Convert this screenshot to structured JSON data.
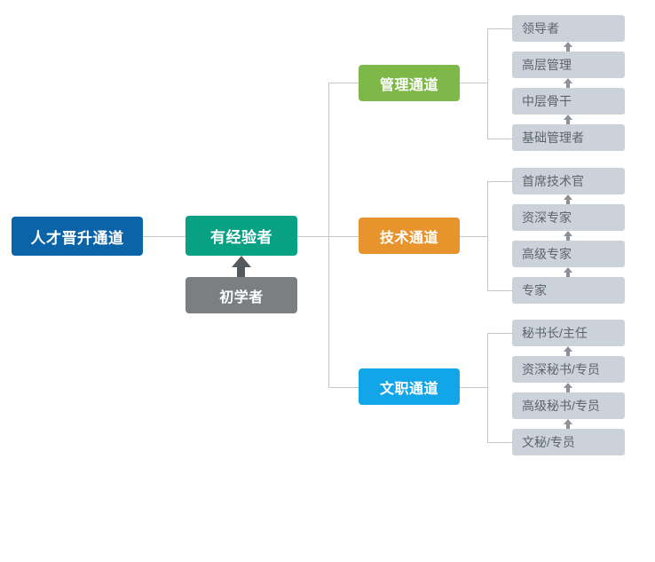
{
  "diagram": {
    "title": "人才晋升通道",
    "type": "career-path-tree",
    "colors": {
      "root": "#0b63a8",
      "experienced": "#09a183",
      "beginner": "#7b7f82",
      "management": "#7db848",
      "technical": "#e8942c",
      "clerical": "#12a6e8",
      "level_box": "#ccd2da",
      "level_text": "#5d646d",
      "connector": "#c3c7cb",
      "arrow_small": "#8b9099",
      "arrow_big": "#555a5e",
      "background": "#ffffff"
    }
  },
  "root": {
    "label": "人才晋升通道"
  },
  "stage": {
    "experienced_label": "有经验者",
    "beginner_label": "初学者"
  },
  "channels": [
    {
      "key": "management",
      "label": "管理通道",
      "color": "#7db848",
      "levels": [
        {
          "label": "领导者"
        },
        {
          "label": "高层管理"
        },
        {
          "label": "中层骨干"
        },
        {
          "label": "基础管理者"
        }
      ]
    },
    {
      "key": "technical",
      "label": "技术通道",
      "color": "#e8942c",
      "levels": [
        {
          "label": "首席技术官"
        },
        {
          "label": "资深专家"
        },
        {
          "label": "高级专家"
        },
        {
          "label": "专家"
        }
      ]
    },
    {
      "key": "clerical",
      "label": "文职通道",
      "color": "#12a6e8",
      "levels": [
        {
          "label": "秘书长/主任"
        },
        {
          "label": "资深秘书/专员"
        },
        {
          "label": "高级秘书/专员"
        },
        {
          "label": "文秘/专员"
        }
      ]
    }
  ]
}
